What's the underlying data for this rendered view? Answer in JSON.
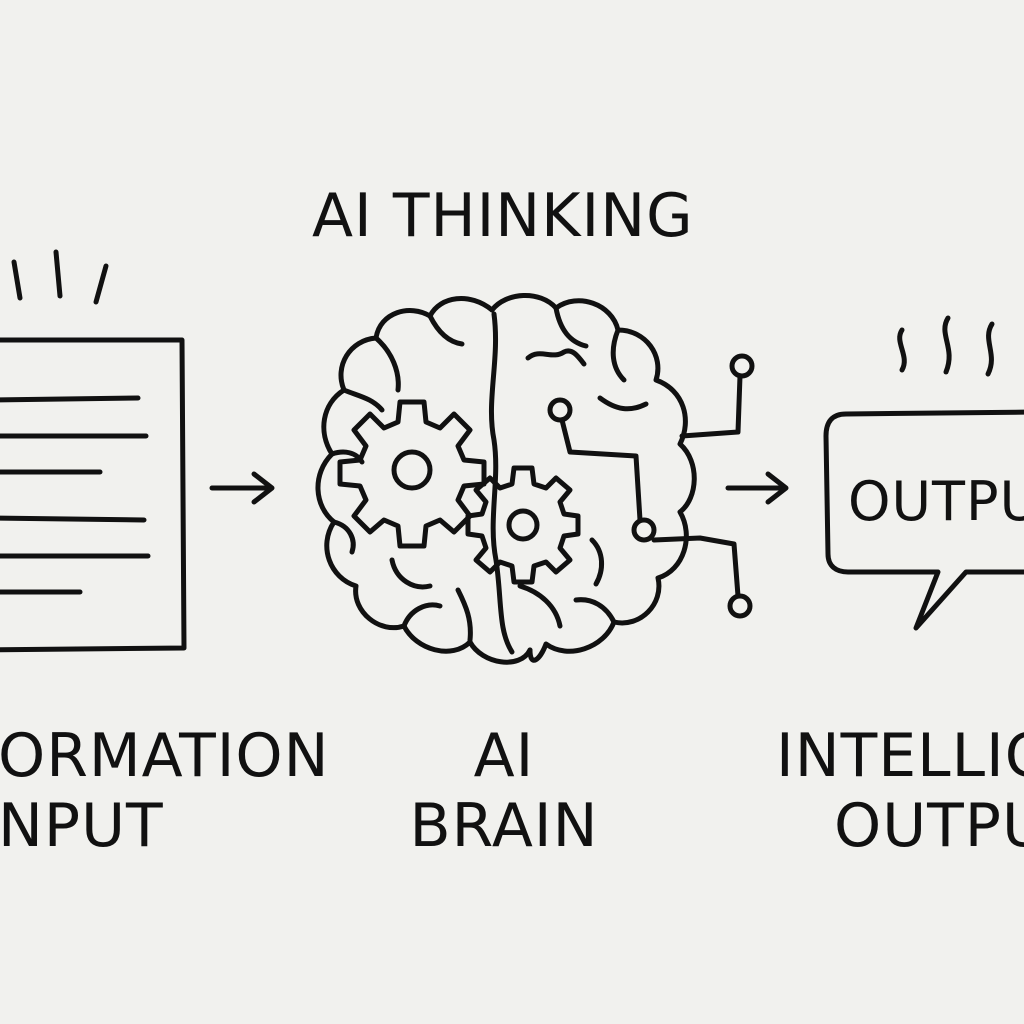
{
  "title": "AI THINKING",
  "input": {
    "label_line1": "ORMATION",
    "label_line2": "NPUT",
    "icon": "document-icon"
  },
  "brain": {
    "label_line1": "AI",
    "label_line2": "BRAIN",
    "icon": "brain-gears-circuit-icon"
  },
  "output": {
    "bubble_text": "OUTPUT",
    "label_line1": "INTELLIG",
    "label_line2": "OUTPUT",
    "icon": "speech-bubble-icon"
  },
  "colors": {
    "background": "#f1f1ee",
    "ink": "#111111"
  }
}
